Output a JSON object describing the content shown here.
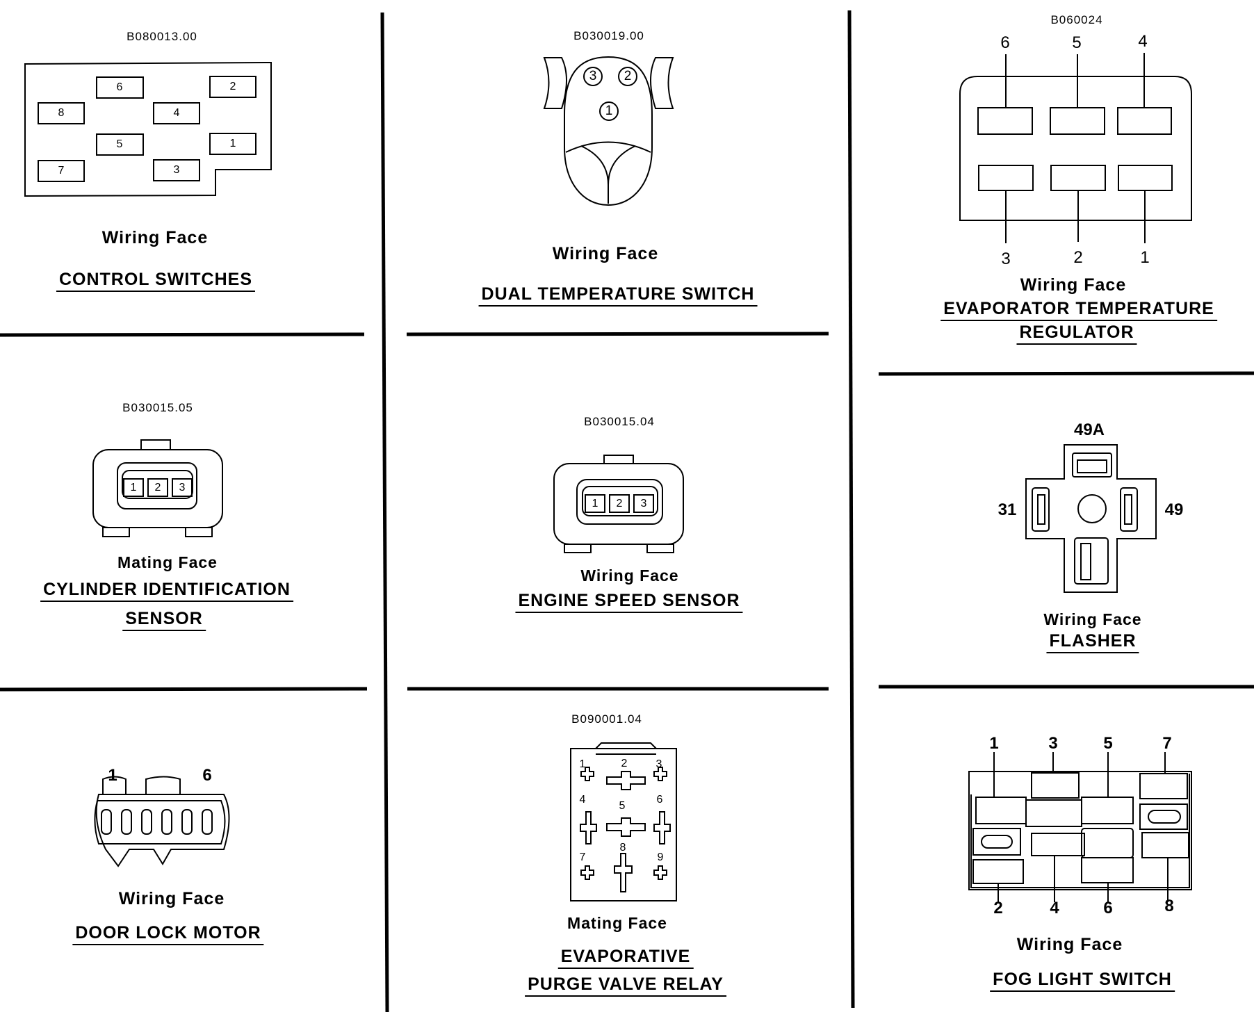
{
  "panels": {
    "control_switches": {
      "code": "B080013.00",
      "face": "Wiring Face",
      "title": "CONTROL SWITCHES",
      "pins": [
        "1",
        "2",
        "3",
        "4",
        "5",
        "6",
        "7",
        "8"
      ]
    },
    "dual_temp_switch": {
      "code": "B030019.00",
      "face": "Wiring Face",
      "title": "DUAL TEMPERATURE SWITCH",
      "pins": [
        "1",
        "2",
        "3"
      ]
    },
    "evap_temp_regulator": {
      "code": "B060024",
      "face": "Wiring Face",
      "title_line1": "EVAPORATOR TEMPERATURE",
      "title_line2": "REGULATOR",
      "pins_top": [
        "6",
        "5",
        "4"
      ],
      "pins_bottom": [
        "3",
        "2",
        "1"
      ]
    },
    "cylinder_id_sensor": {
      "code": "B030015.05",
      "face": "Mating Face",
      "title_line1": "CYLINDER IDENTIFICATION",
      "title_line2": "SENSOR",
      "pins": [
        "1",
        "2",
        "3"
      ]
    },
    "engine_speed_sensor": {
      "code": "B030015.04",
      "face": "Wiring Face",
      "title": "ENGINE SPEED SENSOR",
      "pins": [
        "1",
        "2",
        "3"
      ]
    },
    "flasher": {
      "face": "Wiring Face",
      "title": "FLASHER",
      "pin_top": "49A",
      "pin_left": "31",
      "pin_right": "49"
    },
    "door_lock_motor": {
      "face": "Wiring Face",
      "title": "DOOR LOCK MOTOR",
      "pin_left": "1",
      "pin_right": "6"
    },
    "evap_purge_relay": {
      "code": "B090001.04",
      "face": "Mating Face",
      "title_line1": "EVAPORATIVE",
      "title_line2": "PURGE VALVE RELAY",
      "pins": [
        "1",
        "2",
        "3",
        "4",
        "5",
        "6",
        "7",
        "8",
        "9"
      ]
    },
    "fog_light_switch": {
      "face": "Wiring Face",
      "title": "FOG LIGHT SWITCH",
      "pins_top": [
        "1",
        "3",
        "5",
        "7"
      ],
      "pins_bottom": [
        "2",
        "4",
        "6",
        "8"
      ]
    }
  }
}
